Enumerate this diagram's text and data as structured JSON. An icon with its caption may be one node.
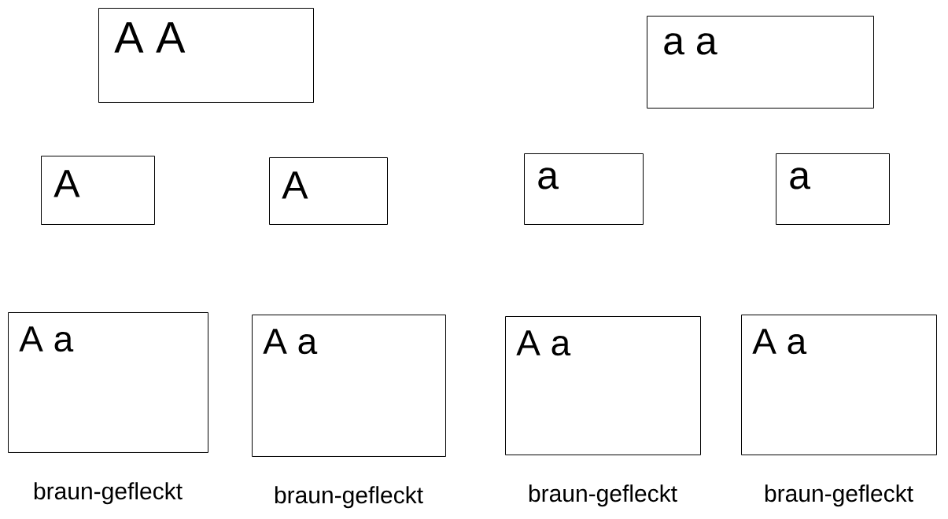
{
  "diagram": {
    "nodes": [
      {
        "text": [
          "A A"
        ]
      },
      {
        "text": [
          "a a"
        ]
      },
      {
        "text": [
          "A"
        ]
      },
      {
        "text": [
          "A"
        ]
      },
      {
        "text": [
          "a"
        ]
      },
      {
        "text": [
          "a"
        ]
      },
      {
        "text": [
          "A a"
        ],
        "beside": [
          "braun-gefleckt"
        ]
      },
      {
        "text": [
          "A a"
        ],
        "beside": [
          "braun-gefleckt"
        ]
      },
      {
        "text": [
          "A a"
        ],
        "beside": [
          "braun-gefleckt"
        ]
      },
      {
        "text": [
          "A a"
        ],
        "beside": [
          "braun-gefleckt"
        ]
      }
    ]
  }
}
